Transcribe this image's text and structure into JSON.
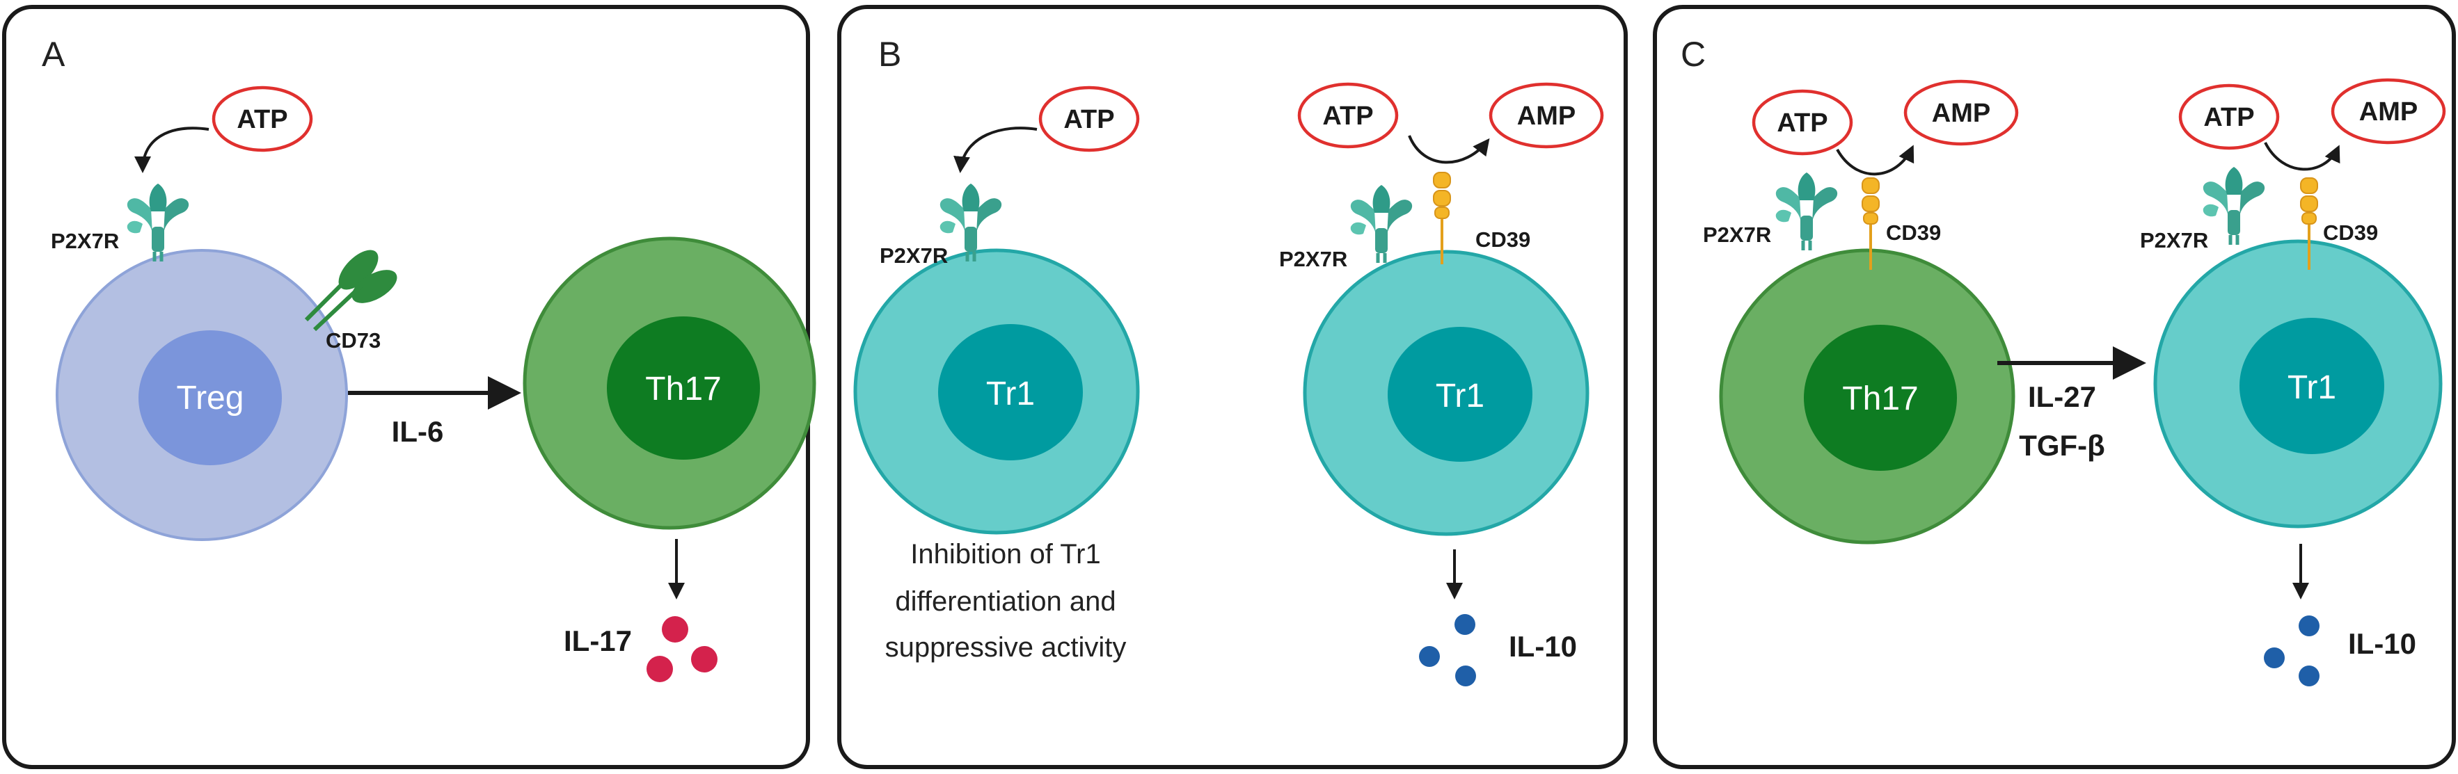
{
  "colors": {
    "oval_border": "#e0302e",
    "treg_outer": "#b3bfe2",
    "treg_inner": "#7b95db",
    "th17_outer": "#6aaf63",
    "th17_inner": "#0e7c22",
    "tr1_outer": "#66cdca",
    "tr1_inner": "#009ba0",
    "p2x7r": "#4fb8a5",
    "cd73": "#2e8b3e",
    "cd39": "#f4b526",
    "il17": "#d4224c",
    "il10": "#1f5fa8"
  },
  "panels": {
    "a": {
      "letter": "A",
      "atp": "ATP",
      "p2x7r": "P2X7R",
      "cd73": "CD73",
      "cell_left": "Treg",
      "arrow_label": "IL-6",
      "cell_right": "Th17",
      "output": "IL-17"
    },
    "b": {
      "letter": "B",
      "left": {
        "atp": "ATP",
        "p2x7r": "P2X7R",
        "cell": "Tr1",
        "caption": [
          "Inhibition of Tr1",
          "differentiation and",
          "suppressive activity"
        ]
      },
      "right": {
        "atp": "ATP",
        "amp": "AMP",
        "p2x7r": "P2X7R",
        "cd39": "CD39",
        "cell": "Tr1",
        "output": "IL-10"
      }
    },
    "c": {
      "letter": "C",
      "left": {
        "atp": "ATP",
        "amp": "AMP",
        "p2x7r": "P2X7R",
        "cd39": "CD39",
        "cell": "Th17"
      },
      "arrow_labels": [
        "IL-27",
        "TGF-β"
      ],
      "right": {
        "atp": "ATP",
        "amp": "AMP",
        "p2x7r": "P2X7R",
        "cd39": "CD39",
        "cell": "Tr1",
        "output": "IL-10"
      }
    }
  }
}
